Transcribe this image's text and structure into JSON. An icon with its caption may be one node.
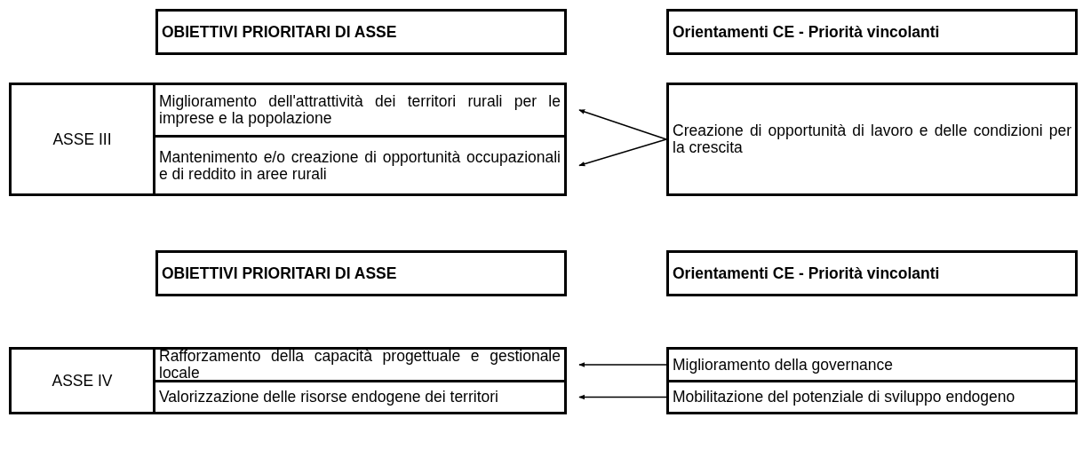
{
  "diagram": {
    "nodes": [
      {
        "text": [
          "OBIETTIVI PRIORITARI DI ASSE"
        ]
      },
      {
        "text": [
          "Orientamenti CE - Priorità vincolanti"
        ]
      },
      {
        "text": [
          "ASSE III"
        ]
      },
      {
        "text": [
          "Miglioramento dell'attrattività dei territori rurali per le imprese e la popolazione"
        ]
      },
      {
        "text": [
          "Mantenimento e/o creazione di opportunità occupazionali e di reddito in aree rurali"
        ]
      },
      {
        "text": [
          "Creazione di opportunità di lavoro e delle condizioni per la crescita"
        ]
      },
      {
        "text": [
          "OBIETTIVI PRIORITARI DI ASSE"
        ]
      },
      {
        "text": [
          "Orientamenti CE - Priorità vincolanti"
        ]
      },
      {
        "text": [
          "ASSE IV"
        ]
      },
      {
        "text": [
          "Rafforzamento della capacità progettuale e gestionale locale"
        ]
      },
      {
        "text": [
          "Valorizzazione delle risorse endogene dei territori"
        ]
      },
      {
        "text": [
          "Miglioramento della governance"
        ]
      },
      {
        "text": [
          "Mobilitazione del potenziale di sviluppo endogeno"
        ]
      }
    ],
    "edges": [
      {
        "from": 5,
        "to": 3,
        "arrow": "to"
      },
      {
        "from": 5,
        "to": 4,
        "arrow": "to"
      },
      {
        "from": 11,
        "to": 9,
        "arrow": "to"
      },
      {
        "from": 12,
        "to": 10,
        "arrow": "to"
      }
    ]
  }
}
